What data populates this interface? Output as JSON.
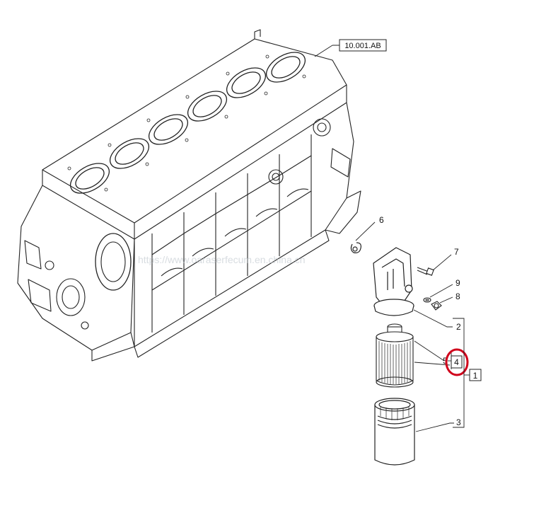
{
  "diagram": {
    "reference_label": "10.001.AB",
    "watermark": "https://www.oaraserfecum.en.china.cn",
    "highlight_color": "#d0021b",
    "line_color": "#222222",
    "callouts": {
      "c1": "1",
      "c2": "2",
      "c3": "3",
      "c4": "4",
      "c5": "5",
      "c6": "6",
      "c7": "7",
      "c8": "8",
      "c9": "9"
    },
    "parts": [
      "engine-block-icon",
      "filter-head-icon",
      "filter-element-icon",
      "filter-bowl-icon",
      "clip-icon",
      "bolt-icon",
      "plug-icon",
      "washer-icon"
    ]
  }
}
